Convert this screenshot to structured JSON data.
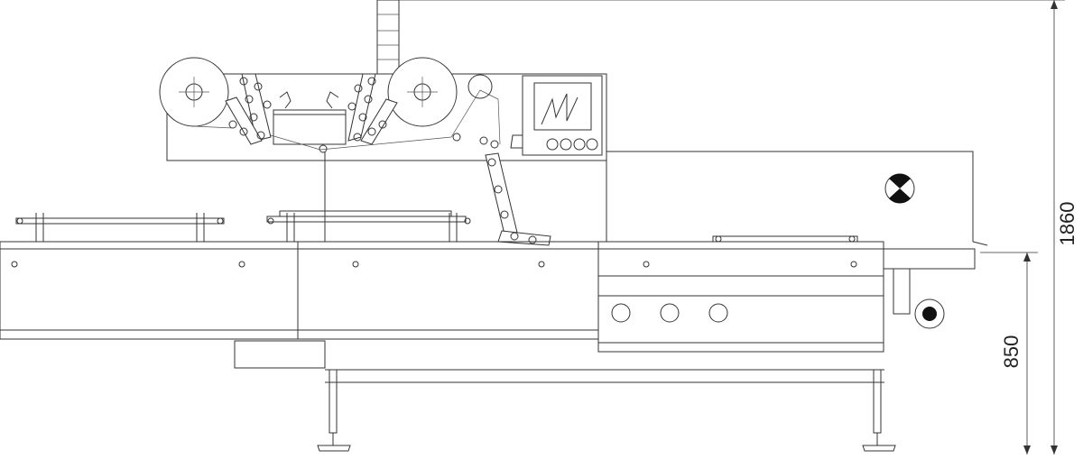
{
  "dimensions": {
    "overall_height": "1860",
    "working_height": "850"
  },
  "colors": {
    "line": "#333333",
    "background": "#ffffff",
    "fill_dark": "#111111"
  },
  "icons": {
    "film_reel": "film-reel-icon",
    "hmi_panel": "hmi-touch-panel",
    "center_marker": "quartered-circle-icon"
  }
}
